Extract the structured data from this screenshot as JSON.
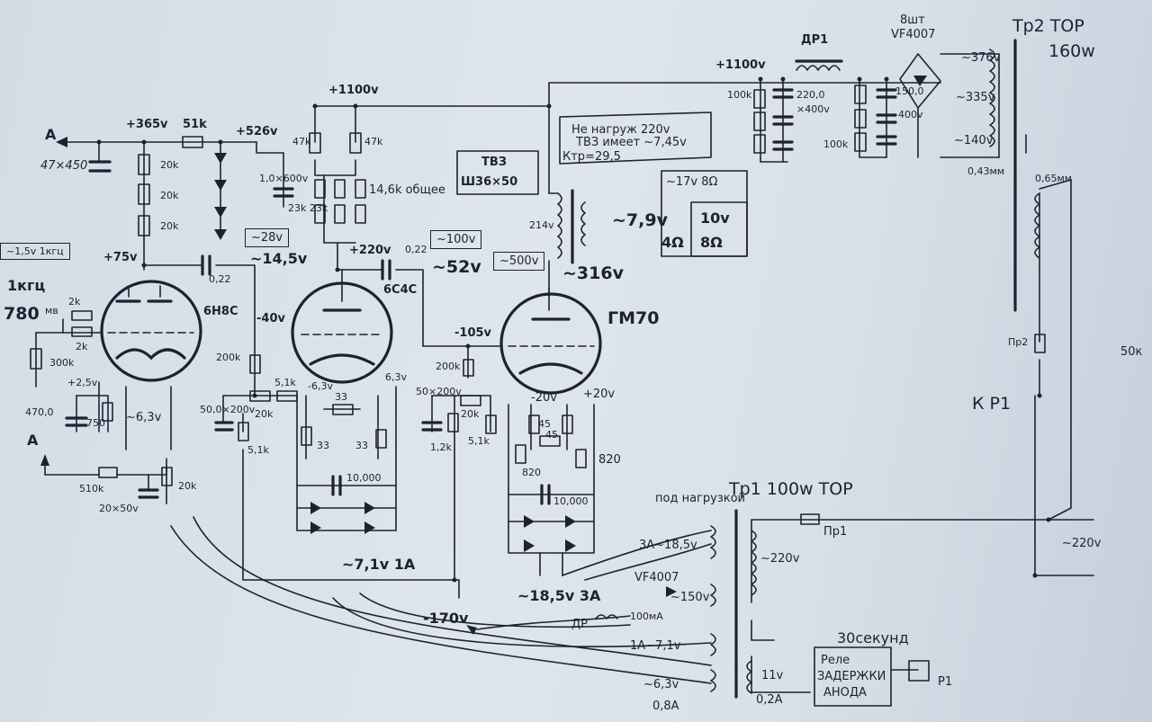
{
  "labels": {
    "a_top": "A",
    "a_bottom": "A",
    "c_in": "47×450",
    "v365": "+365v",
    "r51k": "51k",
    "v526": "+526v",
    "v1100_mid": "+1100v",
    "v1100_top": "+1100v",
    "dr1": "ДР1",
    "diodes_count": "8шт",
    "diodes_type": "VF4007",
    "tr2": "Тр2 ТОР",
    "tr2_power": "160w",
    "v376": "~376v",
    "v335": "~335v",
    "v140": "~140v",
    "r100k_a": "100k",
    "c220": "220,0",
    "v400a": "×400v",
    "c150": "150,0",
    "v400b": "400v",
    "r100k_b": "100k",
    "tbz_note1": "Не нагруж 220v",
    "tbz_note2": "ТВЗ имеет ~7,45v",
    "tbz_note3": "Ктр=29,5",
    "tbz": "ТВЗ",
    "core": "Ш36×50",
    "r47k_a": "47k",
    "r47k_b": "47k",
    "c1_600": "1,0×600v",
    "r23k": "23k 23k",
    "r14_6k": "14,6k общее",
    "r20k_a": "20k",
    "r20k_b": "20k",
    "r20k_c": "20k",
    "v17": "~17v 8Ω",
    "v79": "~7,9v",
    "ohm4": "4Ω",
    "v10": "10v",
    "ohm8": "8Ω",
    "v214": "214v",
    "in_note": "~1,5v 1кгц",
    "in_freq": "1кгц",
    "in_mv": "780",
    "in_mv_unit": "мв",
    "v75": "+75v",
    "v28": "~28v",
    "v14_5": "~14,5v",
    "c022a": "0,22",
    "v220": "+220v",
    "c022b": "0,22",
    "v100": "~100v",
    "v52": "~52v",
    "v500": "~500v",
    "v316": "~316v",
    "tube1": "6Н8С",
    "tube2": "6С4С",
    "tube3": "ГМ70",
    "v40": "-40v",
    "v105": "-105v",
    "r2k_a": "2k",
    "r2k_b": "2k",
    "r300k": "300k",
    "r200k_a": "200k",
    "r51k_b": "5,1k",
    "v6_3a": "-6,3v",
    "v6_3b": "6,3v",
    "r33a": "33",
    "r33b": "33",
    "r33c": "33",
    "r200k_b": "200k",
    "c50_200": "50×200v",
    "r1_2k": "1,2k",
    "r20k_d": "20k",
    "r5_1k_c": "5,1k",
    "v20a": "-20v",
    "v20b": "+20v",
    "r45a": "45",
    "r45b": "45",
    "r820a": "820",
    "r820b": "820",
    "v2_5": "+2,5v",
    "c470": "470,0",
    "r750": "750",
    "v6_3c": "~6,3v",
    "c50_200b": "50,0×200v",
    "r20k_e": "20k",
    "r5_1k_d": "5,1k",
    "c10000a": "10,000",
    "c10000b": "10,000",
    "v7_1_1a": "~7,1v 1A",
    "r510k": "510k",
    "r20k_f": "20k",
    "c20_50": "20×50v",
    "v170": "-170v",
    "load_note": "под нагрузкой",
    "v18_5_3a": "3А~18,5v",
    "v18_5_bottom": "~18,5v 3A",
    "vf4007": "VF4007",
    "v150": "~150v",
    "ma100": "100мА",
    "dr": "ДР",
    "v7_1": "1А~7,1v",
    "v6_3d": "~6,3v",
    "a08": "0,8А",
    "tr1": "Тр1 100w ТОР",
    "pr1": "Пр1",
    "v220b": "~220v",
    "v220c": "~220v",
    "pr2": "Пр2",
    "kp1": "К Р1",
    "r50k": "50к",
    "ma065": "0,65мм",
    "mm043": "0,43мм",
    "delay": "30секунд",
    "relay1": "Реле",
    "relay2": "ЗАДЕРЖКИ",
    "relay3": "АНОДА",
    "p1": "Р1",
    "v11": "11v",
    "a02": "0,2А"
  }
}
